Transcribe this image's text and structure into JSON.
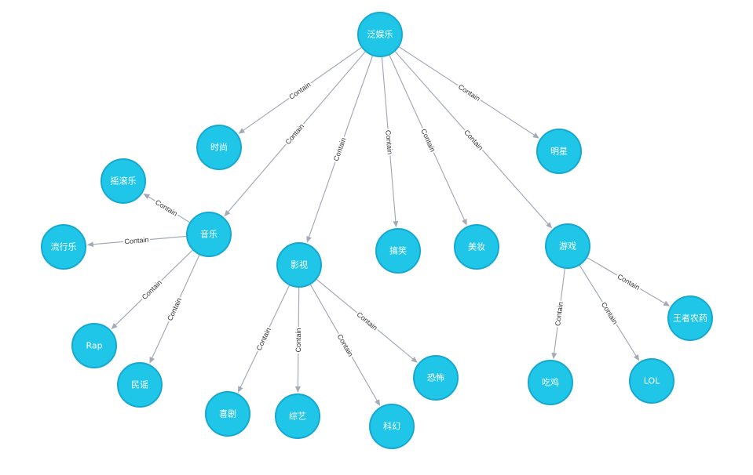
{
  "graph": {
    "colors": {
      "node_fill": "#1fc6e8",
      "node_stroke": "#15a9d0",
      "edge": "#a5abb6",
      "edge_label": "#333333",
      "node_label": "#ffffff"
    },
    "nodes": [
      {
        "id": "fanyule",
        "label": "泛娱乐"
      },
      {
        "id": "shishang",
        "label": "时尚"
      },
      {
        "id": "mingxing",
        "label": "明星"
      },
      {
        "id": "yaogunle",
        "label": "摇滚乐"
      },
      {
        "id": "yinyue",
        "label": "音乐"
      },
      {
        "id": "liuxingle",
        "label": "流行乐"
      },
      {
        "id": "yingshi",
        "label": "影视"
      },
      {
        "id": "gaoxiao",
        "label": "搞笑"
      },
      {
        "id": "meizhuang",
        "label": "美妆"
      },
      {
        "id": "youxi",
        "label": "游戏"
      },
      {
        "id": "rap",
        "label": "Rap"
      },
      {
        "id": "minyao",
        "label": "民谣"
      },
      {
        "id": "xiju",
        "label": "喜剧"
      },
      {
        "id": "zongyi",
        "label": "综艺"
      },
      {
        "id": "kehuan",
        "label": "科幻"
      },
      {
        "id": "kongbu",
        "label": "恐怖"
      },
      {
        "id": "chiji",
        "label": "吃鸡"
      },
      {
        "id": "lol",
        "label": "LOL"
      },
      {
        "id": "wangzhe",
        "label": "王者农药"
      }
    ],
    "edges": [
      {
        "from": "fanyule",
        "to": "shishang",
        "label": "Contain"
      },
      {
        "from": "fanyule",
        "to": "mingxing",
        "label": "Contain"
      },
      {
        "from": "fanyule",
        "to": "yinyue",
        "label": "Contain"
      },
      {
        "from": "fanyule",
        "to": "yingshi",
        "label": "Contain"
      },
      {
        "from": "fanyule",
        "to": "gaoxiao",
        "label": "Contain"
      },
      {
        "from": "fanyule",
        "to": "meizhuang",
        "label": "Contain"
      },
      {
        "from": "fanyule",
        "to": "youxi",
        "label": "Contain"
      },
      {
        "from": "yinyue",
        "to": "yaogunle",
        "label": "Contain"
      },
      {
        "from": "yinyue",
        "to": "liuxingle",
        "label": "Contain"
      },
      {
        "from": "yinyue",
        "to": "rap",
        "label": "Contain"
      },
      {
        "from": "yinyue",
        "to": "minyao",
        "label": "Contain"
      },
      {
        "from": "yingshi",
        "to": "xiju",
        "label": "Contain"
      },
      {
        "from": "yingshi",
        "to": "zongyi",
        "label": "Contain"
      },
      {
        "from": "yingshi",
        "to": "kehuan",
        "label": "Contain"
      },
      {
        "from": "yingshi",
        "to": "kongbu",
        "label": "Contain"
      },
      {
        "from": "youxi",
        "to": "chiji",
        "label": "Contain"
      },
      {
        "from": "youxi",
        "to": "lol",
        "label": "Contain"
      },
      {
        "from": "youxi",
        "to": "wangzhe",
        "label": "Contain"
      }
    ]
  }
}
